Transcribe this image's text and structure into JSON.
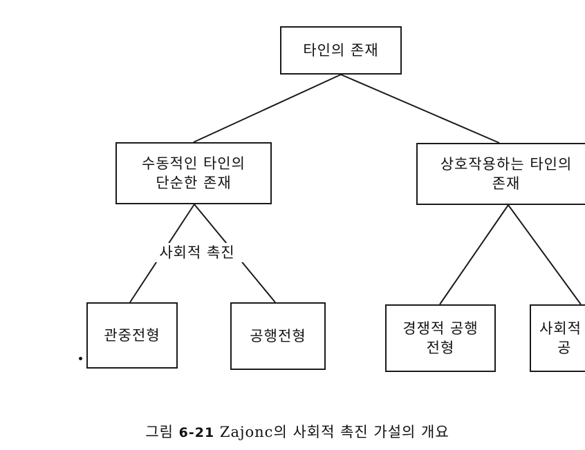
{
  "nodes": {
    "root": {
      "lines": [
        "타인의 존재"
      ]
    },
    "passive": {
      "lines": [
        "수동적인 타인의",
        "단순한 존재"
      ]
    },
    "interactive": {
      "lines": [
        "상호작용하는 타인의",
        "존재"
      ]
    },
    "audience": {
      "lines": [
        "관중전형"
      ]
    },
    "coaction": {
      "lines": [
        "공행전형"
      ]
    },
    "competitive": {
      "lines": [
        "경쟁적 공행",
        "전형"
      ]
    },
    "social_right": {
      "lines": [
        "사회적",
        "공"
      ]
    }
  },
  "edge_label": "사회적 촉진",
  "caption": {
    "prefix": "그림",
    "number": "6-21",
    "text": "Zajonc의 사회적 촉진 가설의 개요"
  },
  "colors": {
    "line": "#1a1a1a",
    "text": "#111111",
    "background": "#ffffff"
  }
}
